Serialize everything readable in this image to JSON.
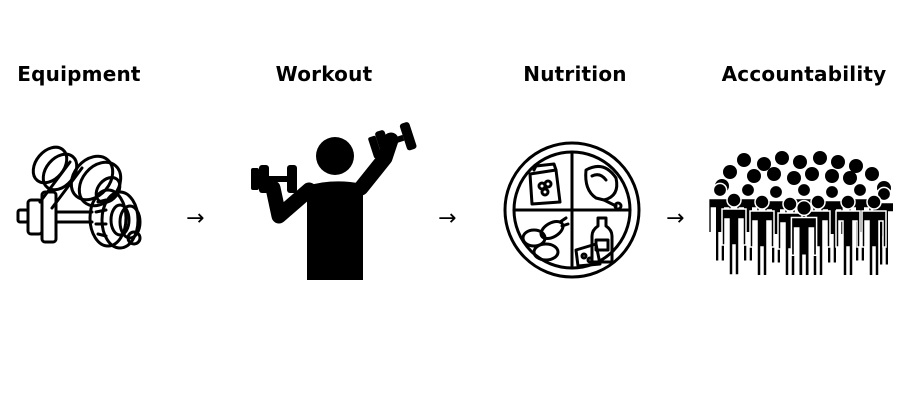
{
  "steps": [
    {
      "label": "Equipment",
      "icon": "dumbbells-icon"
    },
    {
      "label": "Workout",
      "icon": "person-lifting-dumbbell-icon"
    },
    {
      "label": "Nutrition",
      "icon": "food-plate-icon"
    },
    {
      "label": "Accountability",
      "icon": "crowd-of-people-icon"
    }
  ],
  "connectors": {
    "arrow_1": "→",
    "arrow_2": "→",
    "arrow_3": "→"
  },
  "colors": {
    "ink": "#000000",
    "background": "#ffffff"
  }
}
